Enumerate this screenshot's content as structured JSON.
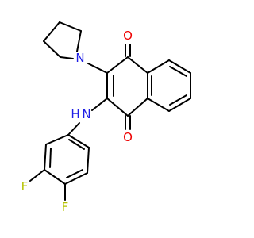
{
  "molecule": {
    "atom_labels": {
      "oxygen_top": "O",
      "oxygen_bottom": "O",
      "nitrogen_pyrrolidine": "N",
      "amine_n": "N",
      "amine_h": "H",
      "fluorine_meta": "F",
      "fluorine_para": "F"
    },
    "colors": {
      "carbon_bonds": "#000000",
      "oxygen": "#ee0000",
      "nitrogen": "#1e1ee6",
      "fluorine": "#b5c200"
    }
  }
}
